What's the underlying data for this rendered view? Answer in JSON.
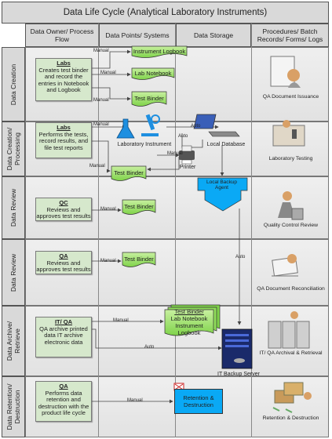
{
  "title": "Data Life Cycle (Analytical Laboratory Instruments)",
  "headers": {
    "owner": "Data Owner/ Process Flow",
    "points": "Data Points/ Systems",
    "storage": "Data Storage",
    "procedures": "Procedures/ Batch Records/ Forms/ Logs"
  },
  "rows": [
    {
      "label": "Data Creation",
      "who": "Labs",
      "text": "Creates test binder and record the entries in Notebook and Logbook",
      "procedure": "QA Document Issuance"
    },
    {
      "label": "Data Creation/ Processing",
      "who": "Labs",
      "text": "Performs the tests, record results, and file test reports",
      "procedure": "Laboratory Testing"
    },
    {
      "label": "Data Review",
      "who": "QC",
      "text": "Reviews and approves test results",
      "procedure": "Quality Control Review"
    },
    {
      "label": "Data Review",
      "who": "QA",
      "text": "Reviews and approves test results",
      "procedure": "QA Document Reconciliation"
    },
    {
      "label": "Data Archive/ Retrieve",
      "who": "IT/ QA",
      "text": "QA archive printed data IT archive electronic data",
      "procedure": "IT/ QA Archival & Retrieval"
    },
    {
      "label": "Data Retention/ Destruction",
      "who": "QA",
      "text": "Performs data retention and destruction with the product life cycle",
      "procedure": "Retention & Destruction"
    }
  ],
  "docs": {
    "instrument_logbook": "Instrument Logbook",
    "lab_notebook": "Lab Notebook",
    "test_binder": "Test Binder"
  },
  "stacked_docs": {
    "line1": "Test Binder",
    "line2": "Lab Notebook",
    "line3": "Instrument Logbook"
  },
  "nodes": {
    "lab_instrument": "Laboratory Instrument",
    "local_database": "Local Database",
    "printer": "Printer",
    "local_backup": "Local Backup Agent",
    "it_backup": "IT Backup Server",
    "retention": "Retention & Destruction"
  },
  "edge_labels": {
    "manual": "Manual",
    "auto": "Auto"
  }
}
